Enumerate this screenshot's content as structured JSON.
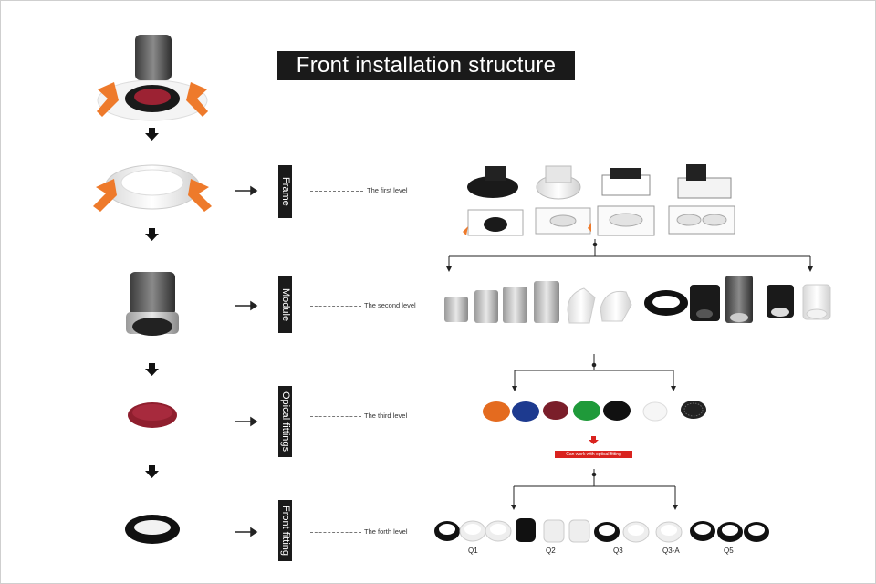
{
  "title": "Front installation structure",
  "levels": [
    {
      "tag": "Frame",
      "label": "The first level"
    },
    {
      "tag": "Module",
      "label": "The second level"
    },
    {
      "tag": "Opical fittings",
      "label": "The third level"
    },
    {
      "tag": "Front fitting",
      "label": "The forth level"
    }
  ],
  "optical_note": "Can work with optical fitting",
  "front_fitting_models": [
    "Q1",
    "Q2",
    "Q3",
    "Q3-A",
    "Q5"
  ],
  "colors": {
    "accent": "#d9231f",
    "dark": "#1a1a1a",
    "clip_orange": "#ee7a2b",
    "filter_red": "#8f1f2e"
  }
}
